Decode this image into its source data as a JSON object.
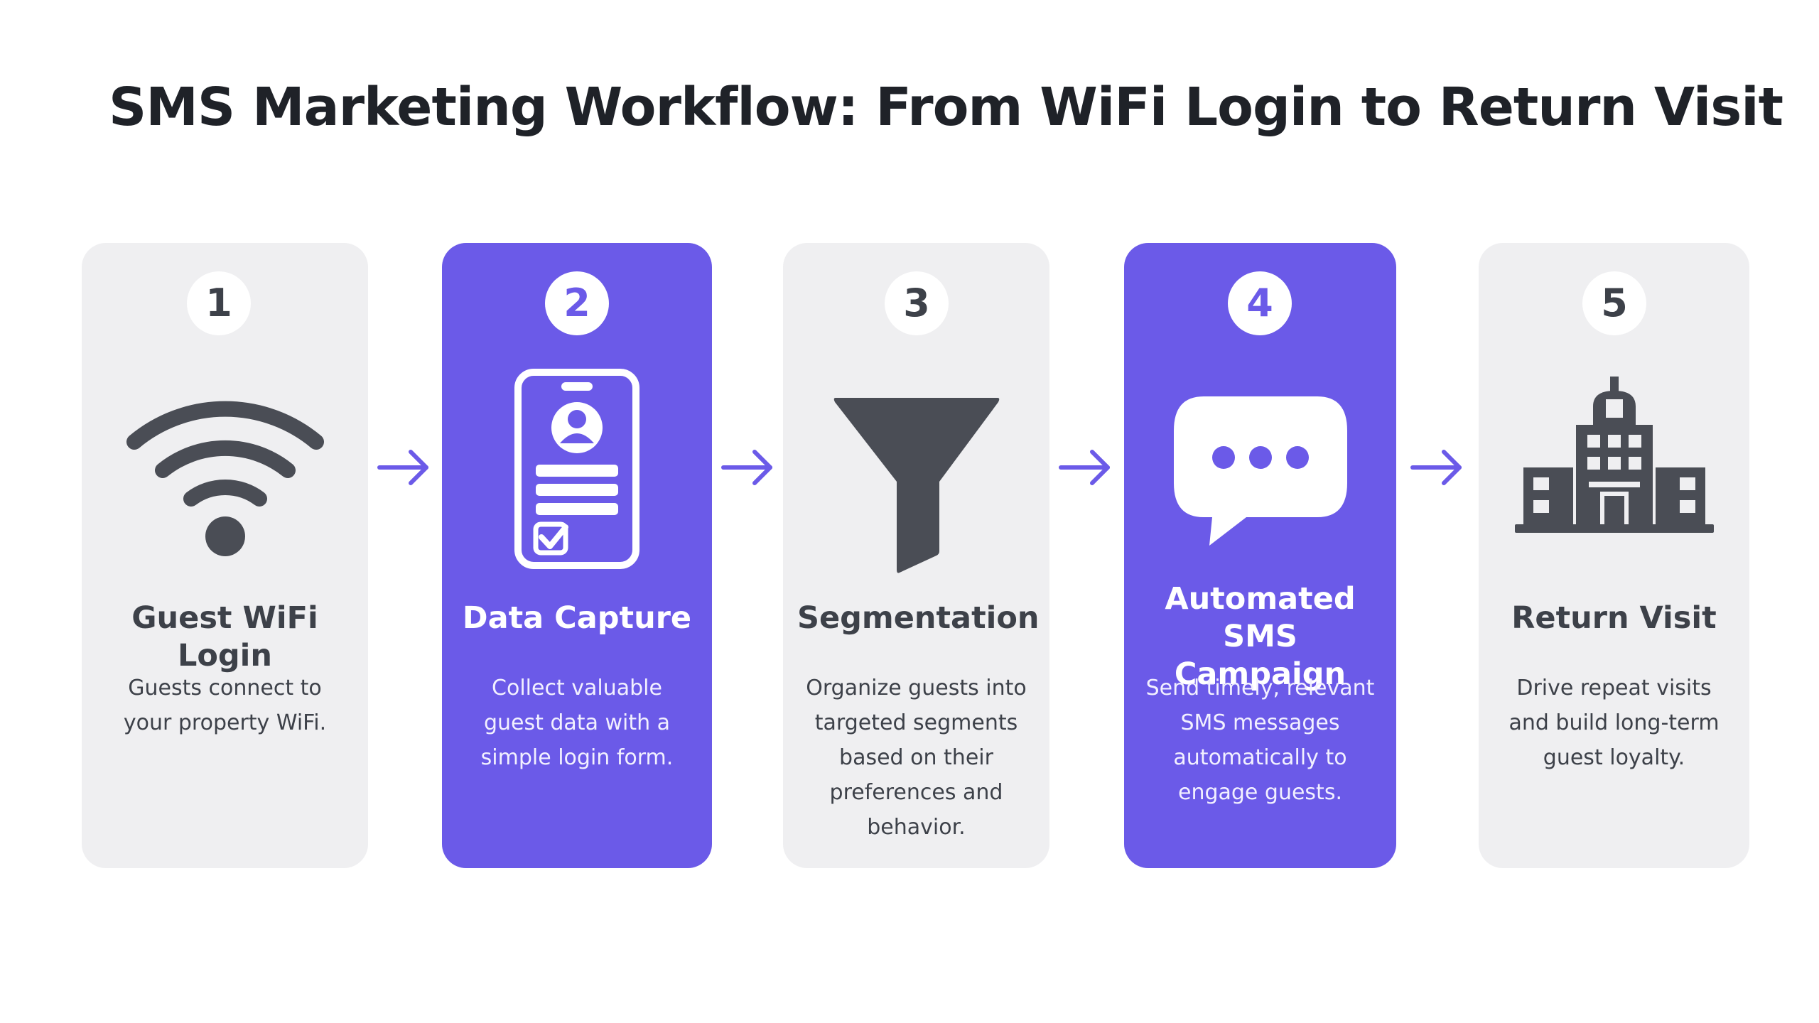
{
  "title": "SMS Marketing Workflow: From WiFi Login to Return Visit",
  "colors": {
    "accent": "#6b5ae8",
    "card_light": "#efeff1",
    "icon_dark": "#4a4d55",
    "text_dark": "#3d4149"
  },
  "steps": [
    {
      "number": "1",
      "title": "Guest WiFi Login",
      "description": "Guests connect to your property WiFi.",
      "icon": "wifi-icon",
      "style": "light"
    },
    {
      "number": "2",
      "title": "Data Capture",
      "description": "Collect valuable guest data with a simple login form.",
      "icon": "id-card-form-icon",
      "style": "accent"
    },
    {
      "number": "3",
      "title": "Segmentation",
      "description": "Organize guests into targeted segments based on their preferences and behavior.",
      "icon": "funnel-icon",
      "style": "light"
    },
    {
      "number": "4",
      "title": "Automated SMS Campaign",
      "description": "Send timely, relevant SMS messages automatically to engage guests.",
      "icon": "chat-bubble-icon",
      "style": "accent"
    },
    {
      "number": "5",
      "title": "Return Visit",
      "description": "Drive repeat visits and build long-term guest loyalty.",
      "icon": "hotel-building-icon",
      "style": "light"
    }
  ]
}
